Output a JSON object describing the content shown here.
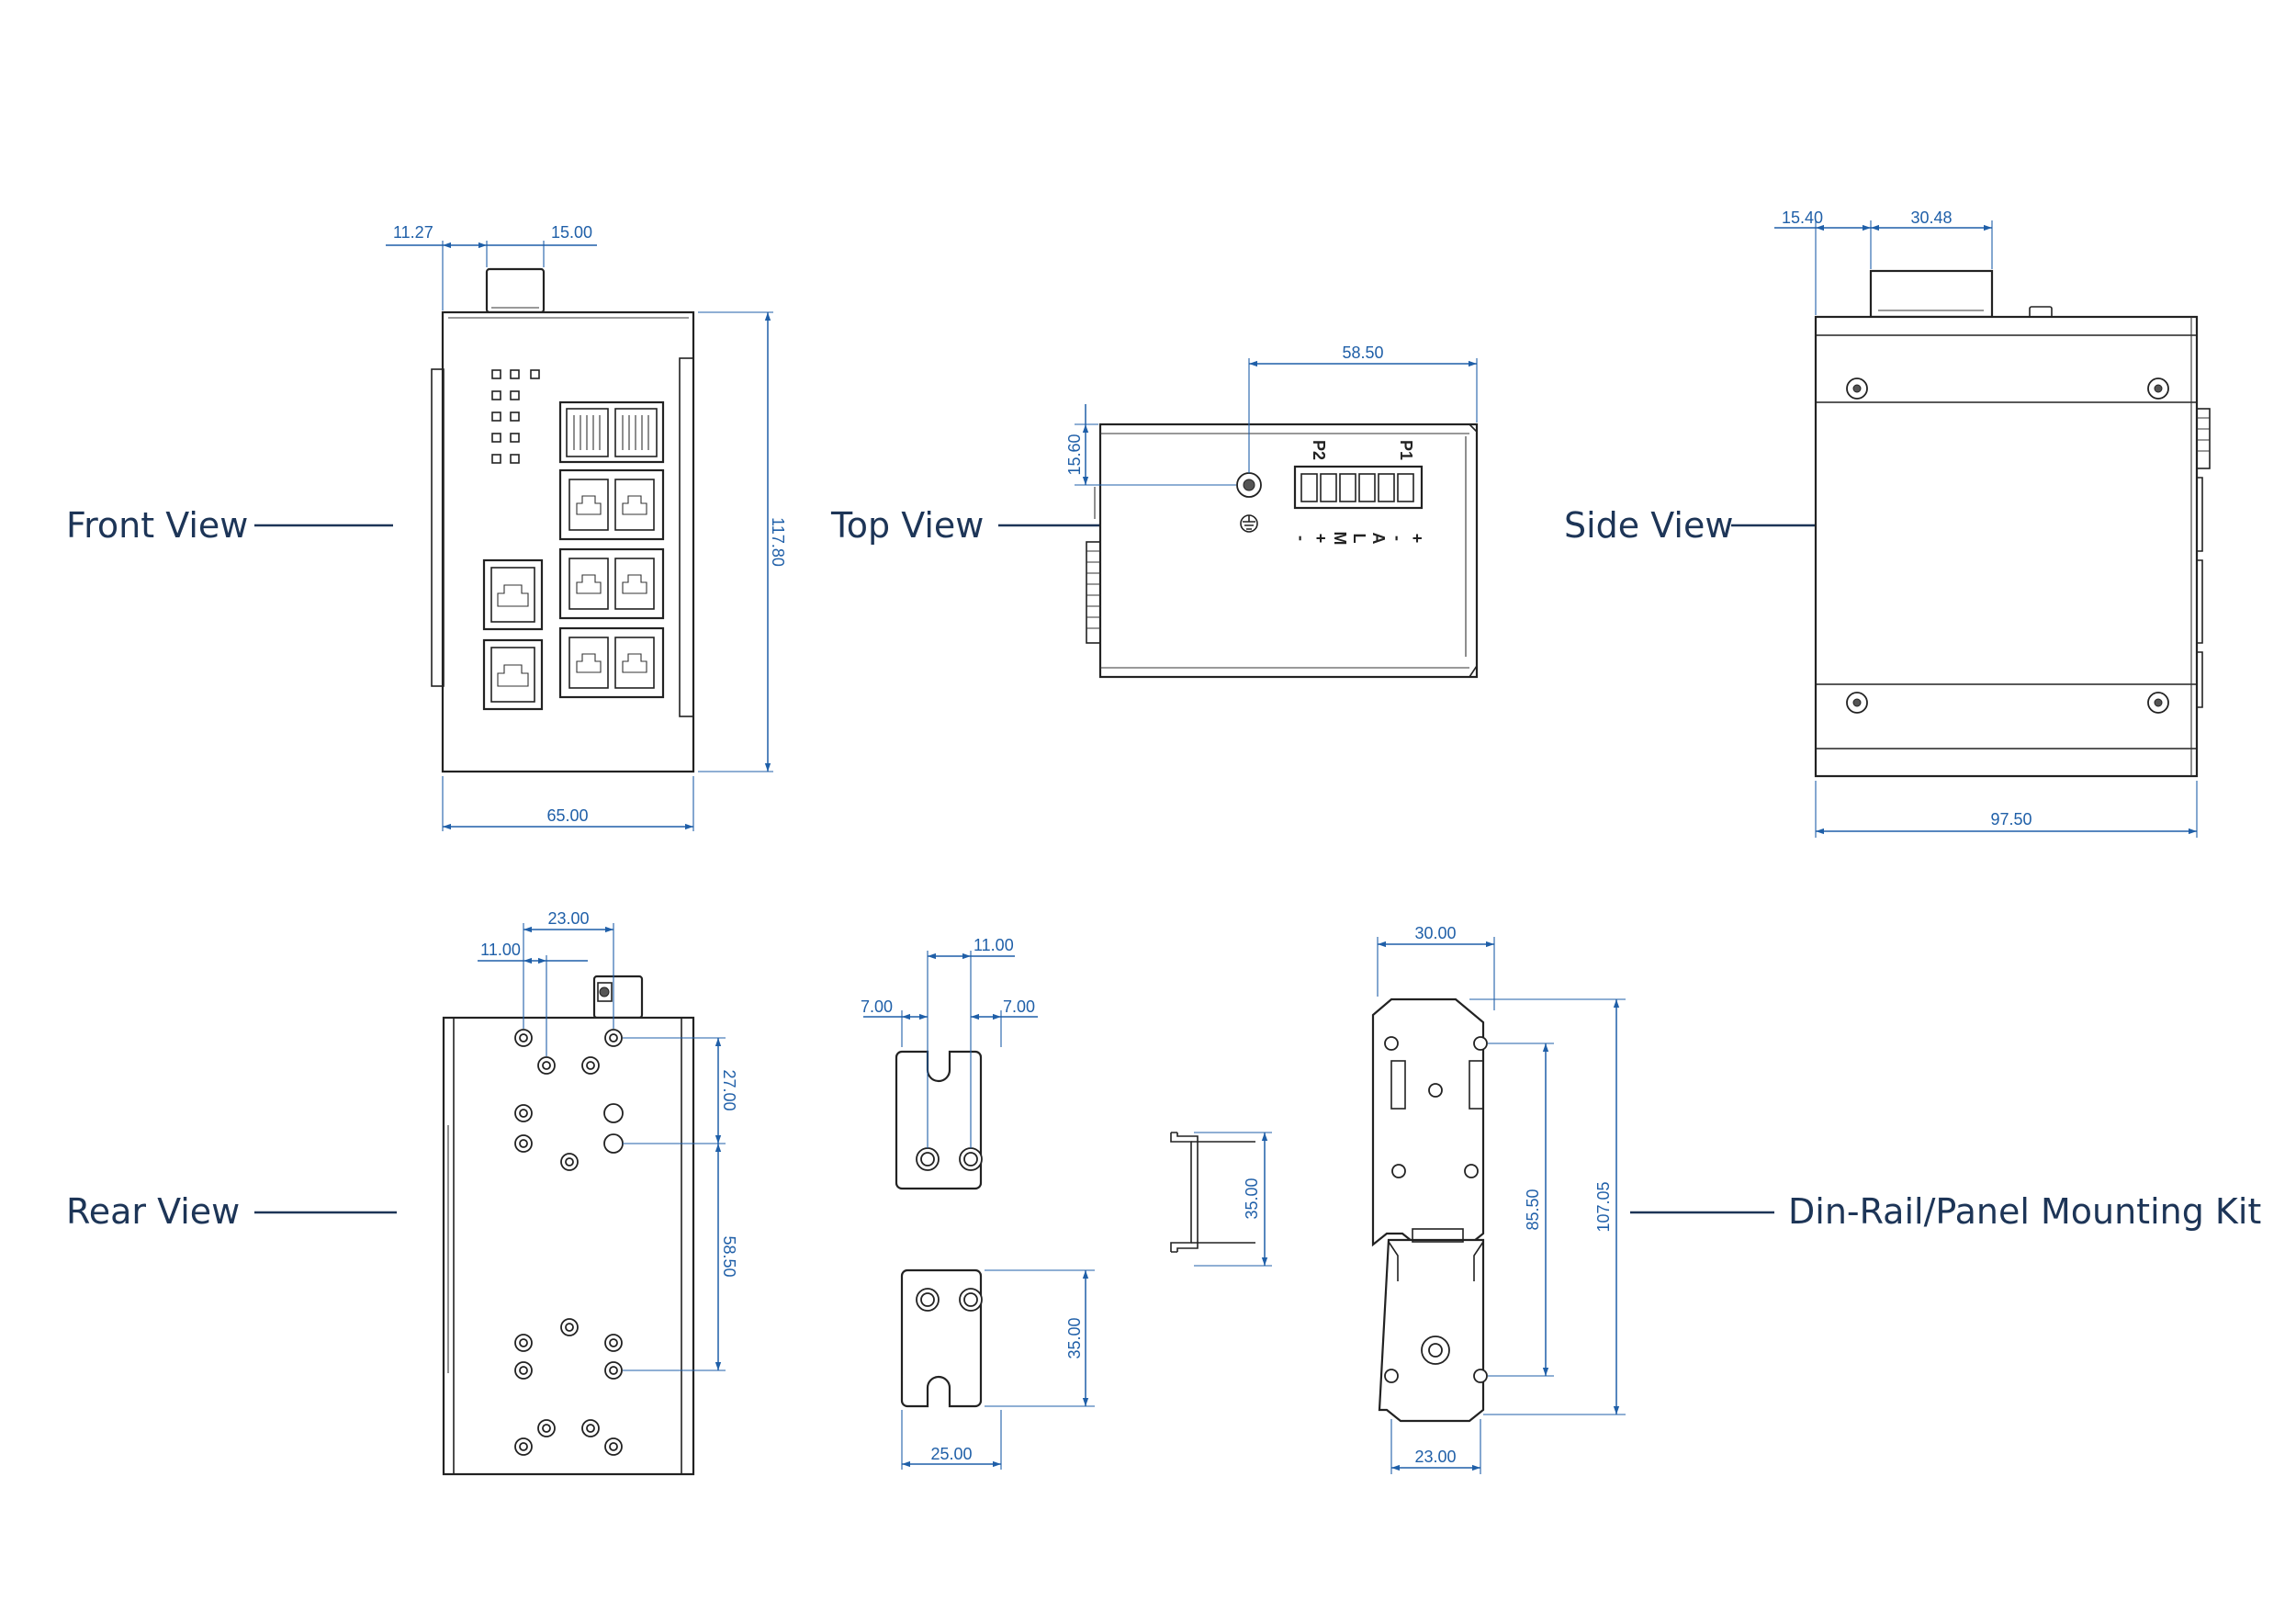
{
  "views": {
    "front": "Front View",
    "top": "Top View",
    "side": "Side View",
    "rear": "Rear View",
    "kit": "Din-Rail/Panel Mounting Kit"
  },
  "dimensions": {
    "front_offset": "11.27",
    "front_conn": "15.00",
    "front_height": "117.80",
    "front_width": "65.00",
    "top_terminal": "58.50",
    "top_ground": "15.60",
    "side_offset": "15.40",
    "side_conn": "30.48",
    "side_width": "97.50",
    "rear_spacing_a": "23.00",
    "rear_spacing_b": "11.00",
    "rear_upper": "27.00",
    "rear_lower": "58.50",
    "clip_slot": "11.00",
    "clip_left": "7.00",
    "clip_right": "7.00",
    "plate_height": "35.00",
    "plate_width": "25.00",
    "rail_height": "35.00",
    "kit_width": "30.00",
    "kit_hole_pitch": "85.50",
    "kit_height": "107.05",
    "kit_base": "23.00"
  },
  "markings": {
    "p1": "P1",
    "p2": "P2",
    "pins": [
      "+",
      "-",
      "A",
      "L",
      "M",
      "+",
      "-"
    ]
  },
  "colors": {
    "dimension": "#1f5fa8",
    "label": "#1d3557",
    "outline": "#222222"
  },
  "icons": {
    "ground": "ground-symbol-icon"
  }
}
